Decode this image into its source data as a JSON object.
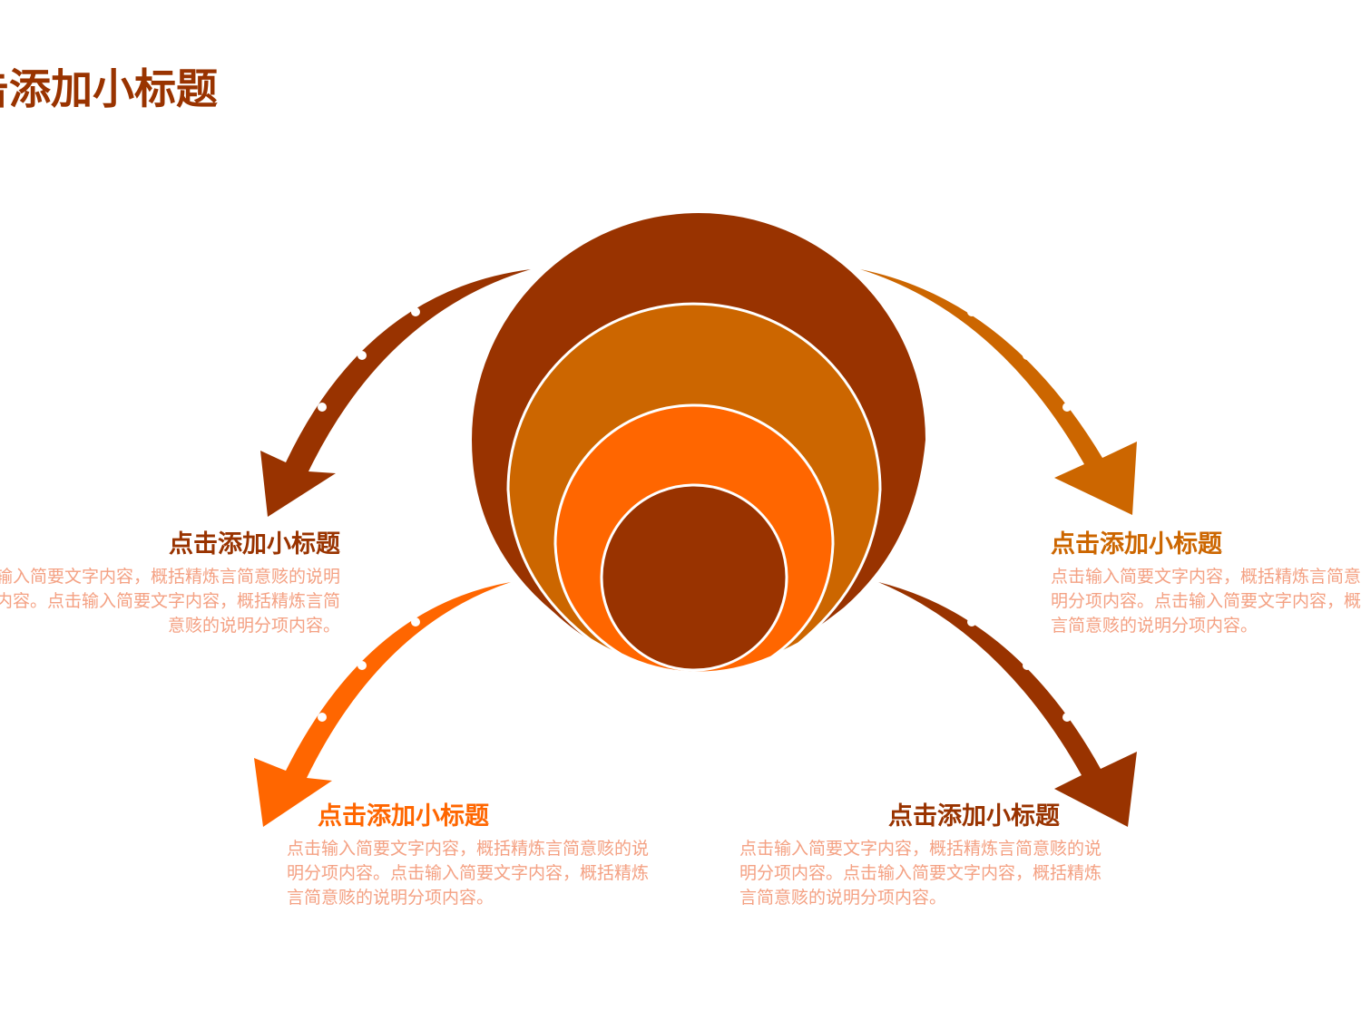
{
  "title": "点击添加小标题",
  "colors": {
    "dark_brown": "#993300",
    "amber": "#CC6600",
    "orange": "#FF6600",
    "body_text": "#F4A183"
  },
  "center_graphic": {
    "rings": [
      "dark_brown",
      "amber",
      "orange",
      "dark_brown"
    ]
  },
  "items": [
    {
      "position": "top-left",
      "title": "点击添加小标题",
      "text": "点击输入简要文字内容，概括精炼言简意赅的说明分项内容。点击输入简要文字内容，概括精炼言简意赅的说明分项内容。",
      "color": "#993300"
    },
    {
      "position": "top-right",
      "title": "点击添加小标题",
      "text": "点击输入简要文字内容，概括精炼言简意赅的说明分项内容。点击输入简要文字内容，概括精炼言简意赅的说明分项内容。",
      "color": "#CC6600"
    },
    {
      "position": "bottom-left",
      "title": "点击添加小标题",
      "text": "点击输入简要文字内容，概括精炼言简意赅的说明分项内容。点击输入简要文字内容，概括精炼言简意赅的说明分项内容。",
      "color": "#FF6600"
    },
    {
      "position": "bottom-right",
      "title": "点击添加小标题",
      "text": "点击输入简要文字内容，概括精炼言简意赅的说明分项内容。点击输入简要文字内容，概括精炼言简意赅的说明分项内容。",
      "color": "#993300"
    }
  ]
}
